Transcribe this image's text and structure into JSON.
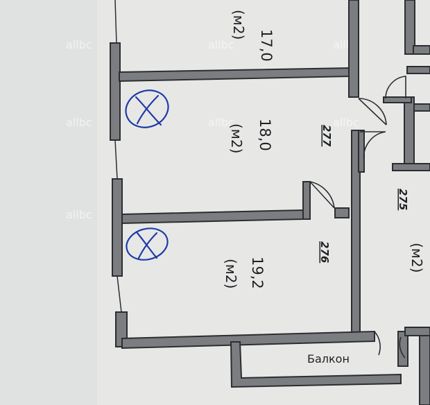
{
  "rooms": [
    {
      "area": "17,0",
      "unit": "(м2)"
    },
    {
      "area": "18,0",
      "unit": "(м2)",
      "number": "277"
    },
    {
      "area": "19,2",
      "unit": "(м2)",
      "number": "276"
    },
    {
      "unit": "(м2)",
      "number": "275"
    }
  ],
  "balcony_label": "Балкон",
  "watermark": "allbc",
  "colors": {
    "wall": "#7b7d80",
    "background": "#e7e8e6",
    "pen_mark": "#1f3aa8"
  }
}
